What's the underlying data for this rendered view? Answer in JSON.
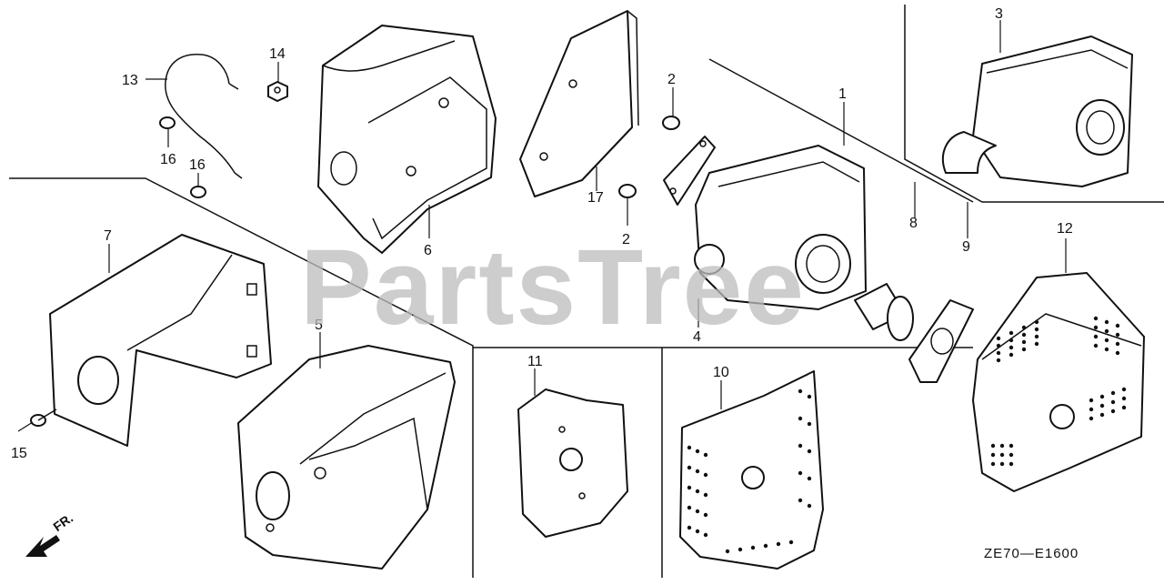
{
  "watermark": "PartsTree",
  "diagram_code": "ZE70—E1600",
  "direction_label": "FR.",
  "callouts": {
    "c1": "1",
    "c2a": "2",
    "c2b": "2",
    "c3": "3",
    "c4": "4",
    "c5": "5",
    "c6": "6",
    "c7": "7",
    "c8": "8",
    "c9": "9",
    "c10": "10",
    "c11": "11",
    "c12": "12",
    "c13": "13",
    "c14": "14",
    "c15": "15",
    "c16a": "16",
    "c16b": "16",
    "c17": "17"
  }
}
